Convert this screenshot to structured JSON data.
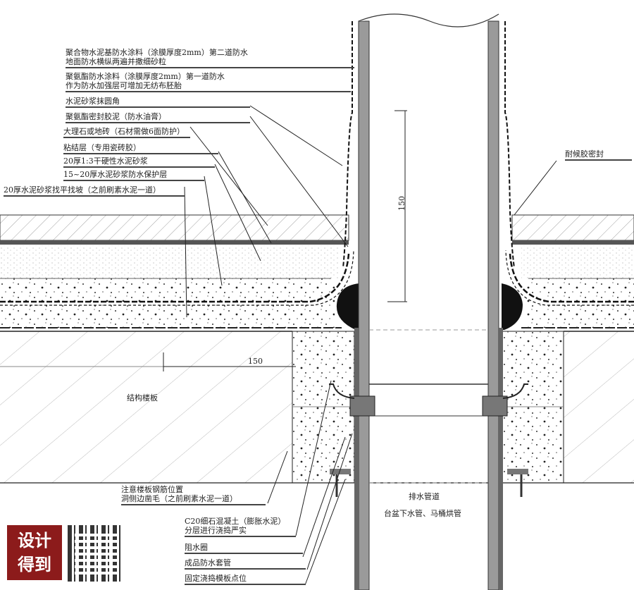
{
  "labels_left": [
    "聚合物水泥基防水涂料（涂膜厚度2mm）第二道防水",
    "地面防水横纵两遍并撒细砂粒",
    "聚氨酯防水涂料（涂膜厚度2mm）第一道防水",
    "作为防水加强层可增加无纺布胚胎",
    "水泥砂浆抹圆角",
    "聚氨酯密封胶泥（防水油膏）",
    "大理石或地砖（石材需做6面防护）",
    "粘结层（专用瓷砖胶）",
    "20厚1:3干硬性水泥砂浆",
    "15~20厚水泥砂浆防水保护层",
    "20厚水泥砂浆找平找坡（之前刷素水泥一道）"
  ],
  "label_right": "耐候胶密封",
  "slab_label": "结构楼板",
  "dim_vertical": "150",
  "dim_horizontal": "150",
  "labels_bottom": [
    "注意楼板钢筋位置",
    "洞侧边凿毛（之前刷素水泥一道）",
    "C20细石混凝土（膨胀水泥）",
    "分层进行浇捣严实",
    "阻水圈",
    "成品防水套管",
    "固定浇捣模板点位"
  ],
  "pipe_label": "排水管道",
  "pipe_sub_label": "台盆下水管、马桶烘管",
  "logo_text": [
    "设计",
    "得到"
  ],
  "colors": {
    "logo": "#8c1b1b",
    "line": "#222222",
    "pipe_wall": "#9a9a9a"
  }
}
